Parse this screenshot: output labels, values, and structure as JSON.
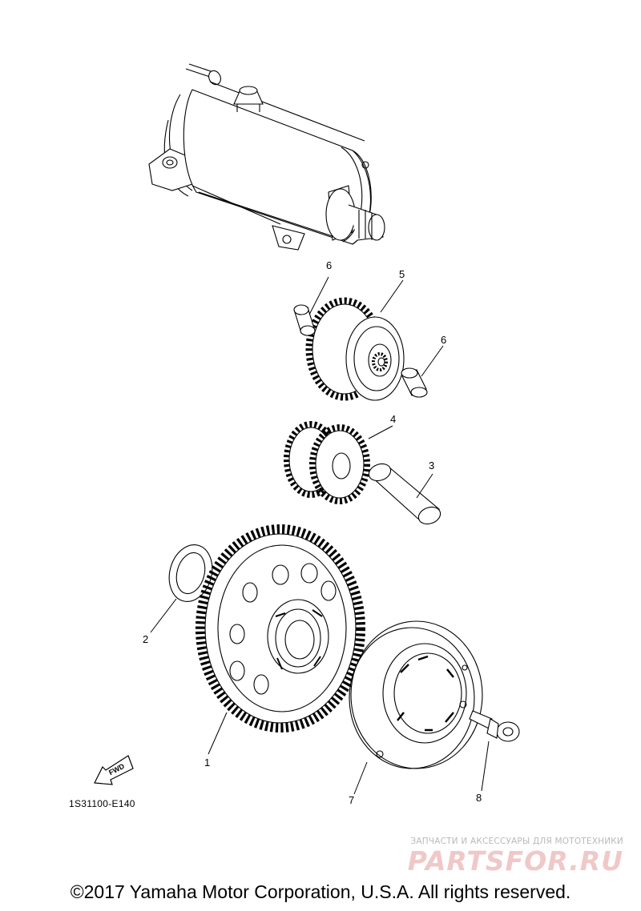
{
  "callouts": {
    "c1": "1",
    "c2": "2",
    "c3": "3",
    "c4": "4",
    "c5": "5",
    "c6a": "6",
    "c6b": "6",
    "c7": "7",
    "c8": "8"
  },
  "fwd_label": "FWD",
  "diagram_code": "1S31100-E140",
  "watermark": {
    "tagline": "ЗАПЧАСТИ И АКСЕССУАРЫ ДЛЯ МОТОТЕХНИКИ",
    "logo": "PARTSFOR.RU"
  },
  "copyright": "©2017 Yamaha Motor Corporation, U.S.A. All rights reserved."
}
